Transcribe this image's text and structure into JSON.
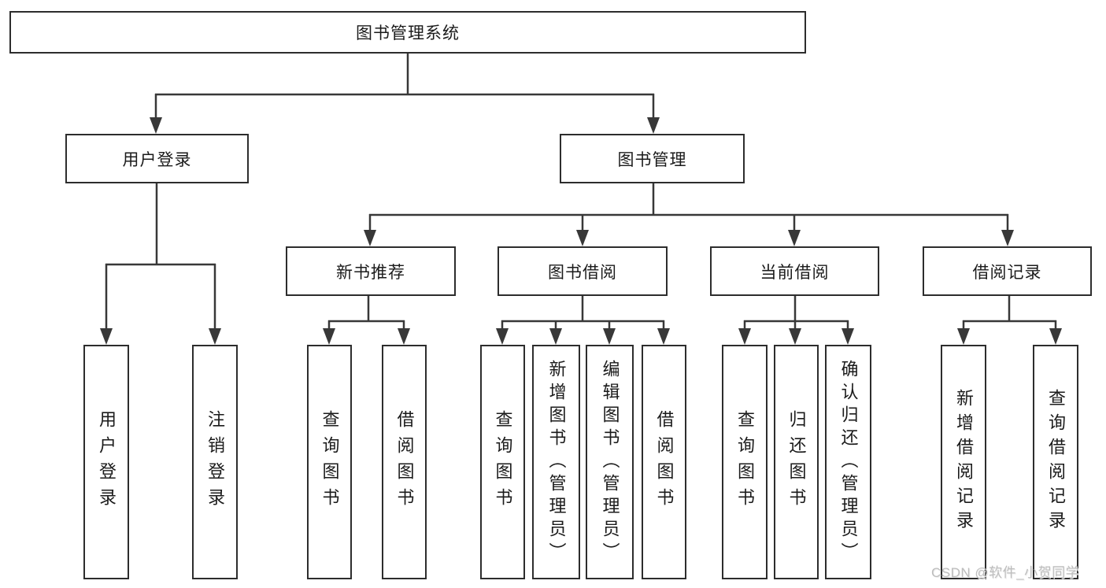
{
  "tree": {
    "root": "图书管理系统",
    "branches": [
      {
        "label": "用户登录",
        "children": [
          "用户登录",
          "注销登录"
        ]
      },
      {
        "label": "图书管理",
        "groups": [
          {
            "label": "新书推荐",
            "children": [
              "查询图书",
              "借阅图书"
            ]
          },
          {
            "label": "图书借阅",
            "children": [
              "查询图书",
              "新增图书（管理员）",
              "编辑图书（管理员）",
              "借阅图书"
            ]
          },
          {
            "label": "当前借阅",
            "children": [
              "查询图书",
              "归还图书",
              "确认归还（管理员）"
            ]
          },
          {
            "label": "借阅记录",
            "children": [
              "新增借阅记录",
              "查询借阅记录"
            ]
          }
        ]
      }
    ]
  },
  "colors": {
    "line": "#383838",
    "box_border": "#2d2d2d",
    "text": "#1b1b1b",
    "watermark": "#bdbdbd",
    "background": "#ffffff"
  },
  "watermark": "CSDN @软件_小贺同学"
}
